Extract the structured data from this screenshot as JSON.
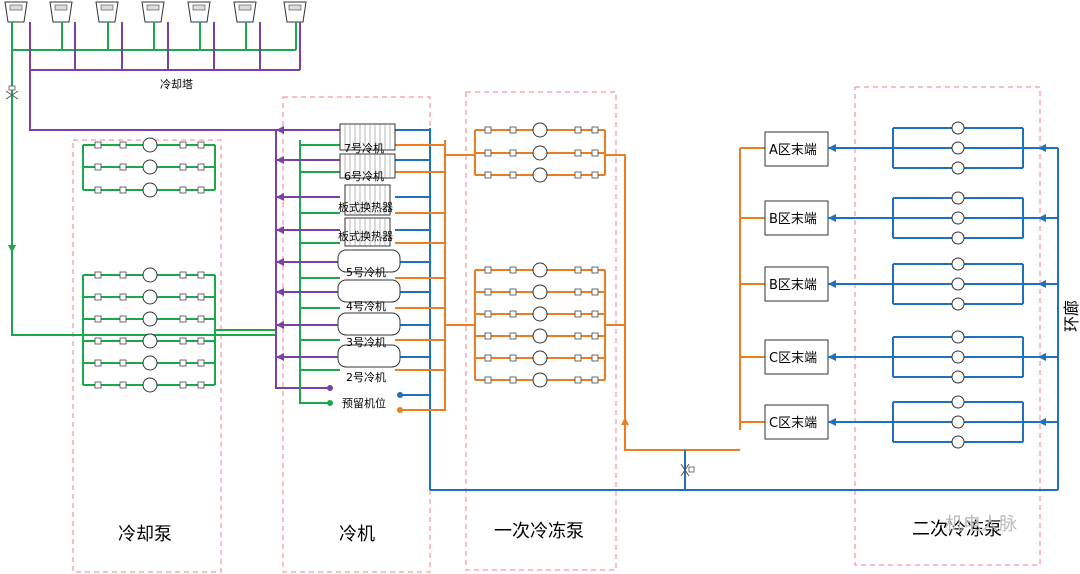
{
  "labels": {
    "cooling_tower": "冷却塔",
    "chillers": [
      "7号冷机",
      "6号冷机",
      "5号冷机",
      "4号冷机",
      "3号冷机",
      "2号冷机"
    ],
    "plate_exchangers": [
      "板式换热器",
      "板式换热器"
    ],
    "reserved": "预留机位",
    "loop": "环廊",
    "terminals": [
      "A区末端",
      "B区末端",
      "B区末端",
      "C区末端",
      "C区末端"
    ]
  },
  "zones": {
    "cooling_pump": "冷却泵",
    "chiller": "冷机",
    "primary_pump": "一次冷冻泵",
    "secondary_pump": "二次冷冻泵"
  },
  "watermark": "机电人脉",
  "colors": {
    "cooling_supply": "#1aa84a",
    "cooling_return": "#7b3fa8",
    "chilled_supply": "#ee7d22",
    "chilled_return": "#1f6fc2",
    "zone_border": "#f08080"
  }
}
